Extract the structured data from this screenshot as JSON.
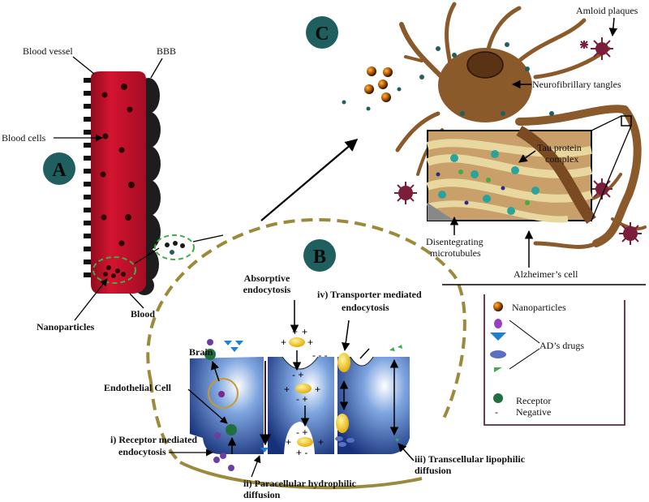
{
  "panels": {
    "a": "A",
    "b": "B",
    "c": "C"
  },
  "panel_a": {
    "blood_vessel": "Blood vessel",
    "bbb": "BBB",
    "blood_cells": "Blood cells",
    "nanoparticles": "Nanoparticles",
    "blood": "Blood"
  },
  "panel_b": {
    "brain": "Brain",
    "absorptive_1": "Absorptive",
    "absorptive_2": "endocytosis",
    "transporter_1": "iv) Transporter mediated",
    "transporter_2": "endocytosis",
    "endothelial": "Endothelial Cell",
    "receptor_1": "i) Receptor mediated",
    "receptor_2": "endocytosis",
    "paracellular_1": "ii) Paracellular hydrophilic",
    "paracellular_2": "diffusion",
    "transcellular_1": "iii) Transcellular lipophilic",
    "transcellular_2": "diffusion"
  },
  "panel_c": {
    "amyloid": "Amloid plaques",
    "tangles": "Neurofibrillary tangles",
    "tau_1": "Tau protein",
    "tau_2": "complex",
    "disintegrating_1": "Disentegrating",
    "disintegrating_2": "microtubules",
    "alzheimers": "Alzheimer’s cell"
  },
  "legend": {
    "nanoparticles": "Nanoparticles",
    "drugs": "AD’s drugs",
    "receptor": "Receptor",
    "negative_symbol": "-",
    "negative": "Negative"
  },
  "colors": {
    "vessel": "#c8102e",
    "neuron": "#8b5a2b",
    "teal": "#1f5f60",
    "membrane": "#9c8a3c",
    "cell": "#2a4fa0",
    "green": "#3fae49"
  }
}
